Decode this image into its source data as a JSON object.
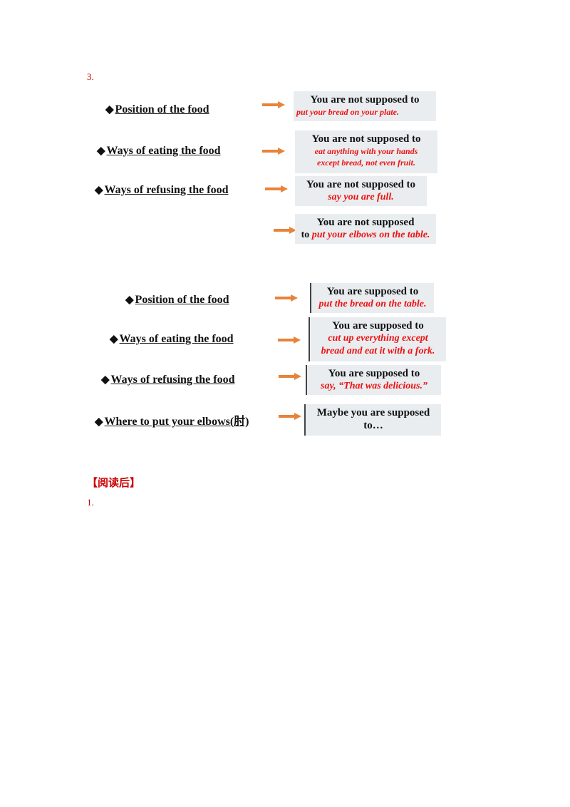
{
  "q3_label": "3.",
  "group1": [
    {
      "topic": "Position of the food",
      "line1": "You are not supposed to",
      "line2": "put your bread on your plate.",
      "line3": ""
    },
    {
      "topic": "Ways of eating the food",
      "line1": "You are not supposed to",
      "line2": "eat anything with your hands",
      "line3": "except bread, not even fruit."
    },
    {
      "topic": "Ways of refusing the food",
      "line1": "You are not supposed to",
      "line2": "say you are full.",
      "line3": ""
    },
    {
      "topic": "",
      "line1": "You are not supposed",
      "line2_prefix": "to ",
      "line2": "put your elbows on the table.",
      "line3": ""
    }
  ],
  "group2": [
    {
      "topic": "Position of the food",
      "line1": "You are supposed to",
      "line2": "put the bread on the table.",
      "line3": ""
    },
    {
      "topic": "Ways of eating the food",
      "line1": "You are supposed to",
      "line2": "cut up everything except",
      "line3": "bread and eat it with a fork."
    },
    {
      "topic": "Ways of refusing the food",
      "line1": "You are supposed to",
      "line2": "say, “That was delicious.”",
      "line3": ""
    },
    {
      "topic": "Where to put your elbows(肘)",
      "line1": "Maybe you are supposed",
      "line2": "to…",
      "line3": ""
    }
  ],
  "diamond": "◆",
  "after_reading": "【阅读后】",
  "q1_label": "1.",
  "colors": {
    "arrow": "#e8833a",
    "red_text": "#ee1111",
    "box_bg": "#e9edf0",
    "number": "#cc0000"
  }
}
